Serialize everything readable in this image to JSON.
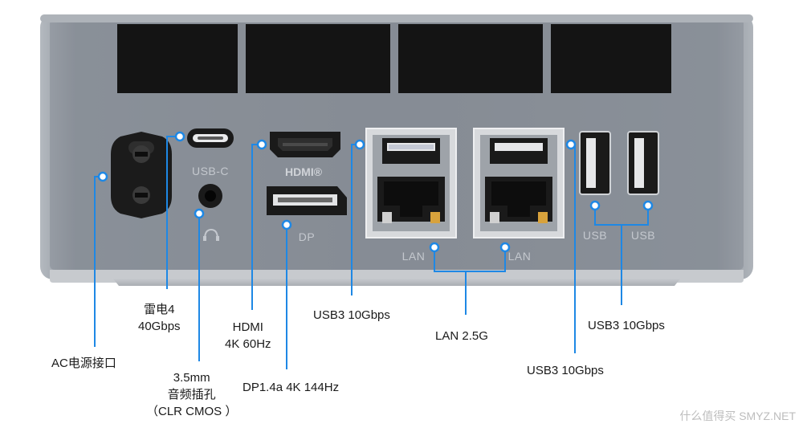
{
  "diagram": {
    "callouts": {
      "ac": "AC电源接口",
      "tb_line1": "雷电4",
      "tb_line2": "40Gbps",
      "audio_line1": "3.5mm",
      "audio_line2": "音频插孔",
      "audio_line3": "（CLR CMOS ）",
      "hdmi_line1": "HDMI",
      "hdmi_line2": "4K 60Hz",
      "dp": "DP1.4a 4K 144Hz",
      "usb3_a": "USB3 10Gbps",
      "lan": "LAN 2.5G",
      "usb3_right_upper": "USB3 10Gbps",
      "usb3_right_lower": "USB3 10Gbps"
    },
    "panel_labels": {
      "usbc": "USB-C",
      "hdmi_logo": "HDMI®",
      "dp": "DP",
      "lan_left": "LAN",
      "lan_right": "LAN",
      "usb_left": "USB",
      "usb_right": "USB"
    },
    "colors": {
      "callout_line": "#1e88e5",
      "chassis": "#8e959d",
      "background": "#ffffff"
    },
    "watermark": "什么值得买 SMYZ.NET"
  }
}
